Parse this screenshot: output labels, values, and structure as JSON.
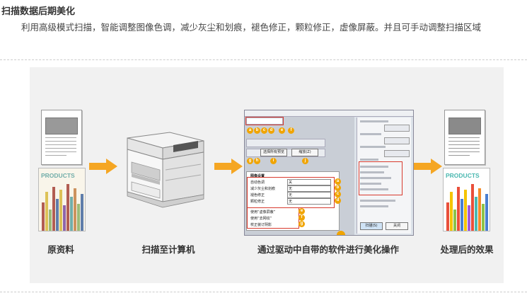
{
  "heading": "扫描数据后期美化",
  "description": "利用高级模式扫描，智能调整图像色调，减少灰尘和划痕，褪色修正，颗粒修正，虚像屏蔽。并且可手动调整扫描区域",
  "steps": [
    {
      "caption": "原资料"
    },
    {
      "caption": "扫描至计算机"
    },
    {
      "caption": "通过驱动中自带的软件进行美化操作"
    },
    {
      "caption": "处理后的效果"
    }
  ],
  "product_label": "PRODUCTS",
  "screenshot": {
    "badges_top": [
      "a",
      "b",
      "c",
      "d",
      "e",
      "f"
    ],
    "badges_row2": [
      "g",
      "h",
      "i",
      "j"
    ],
    "preview_button": "选择所有预览",
    "zoom_button": "缩放(Z)",
    "settings_title": "图像设置",
    "settings": [
      {
        "label": "自动色调",
        "value": "关",
        "badge": "a"
      },
      {
        "label": "减少灰尘和划痕",
        "value": "无",
        "badge": "b"
      },
      {
        "label": "褪色修正",
        "value": "无",
        "badge": "c"
      },
      {
        "label": "颗粒修正",
        "value": "无",
        "badge": "d"
      }
    ],
    "checks": [
      {
        "label": "使用“虚像屏蔽”",
        "badge": "e"
      },
      {
        "label": "使用“去网纹”",
        "badge": "f"
      },
      {
        "label": "校正装订阴影",
        "badge": "g"
      }
    ],
    "right_buttons": [
      "扫描(S)",
      "关闭"
    ]
  },
  "colors": {
    "arrow": "#f5a623",
    "badge": "#f0a400",
    "highlight": "#d83a2e",
    "product_text": "#4ab8b0"
  }
}
